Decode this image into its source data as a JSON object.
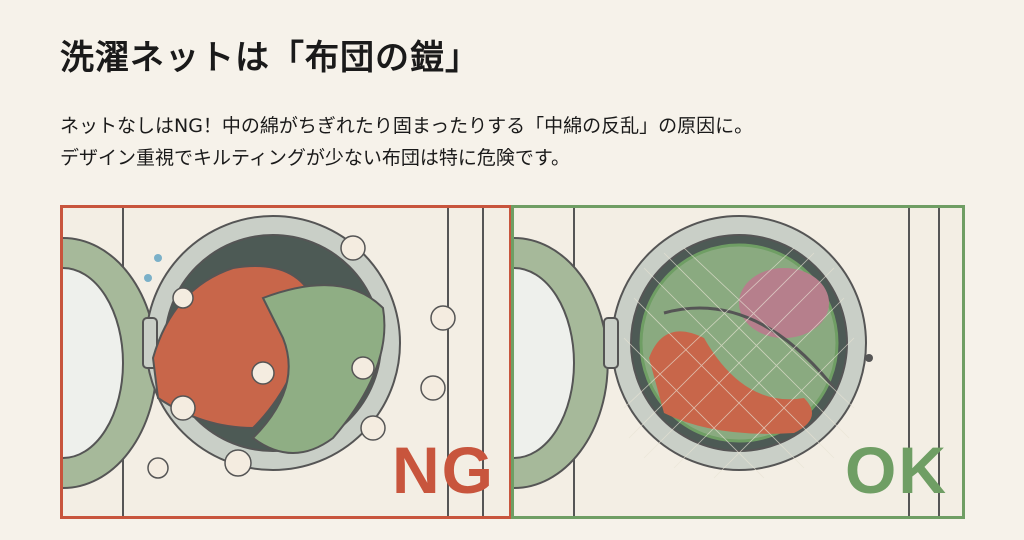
{
  "title": "洗濯ネットは「布団の鎧」",
  "description": {
    "line1": "ネットなしはNG！中の綿がちぎれたり固まったりする「中綿の反乱」の原因に。",
    "line2": "デザイン重視でキルティングが少ない布団は特に危険です。"
  },
  "panels": {
    "ng": {
      "label": "NG",
      "color": "#c8553d"
    },
    "ok": {
      "label": "OK",
      "color": "#6f9e64"
    }
  }
}
